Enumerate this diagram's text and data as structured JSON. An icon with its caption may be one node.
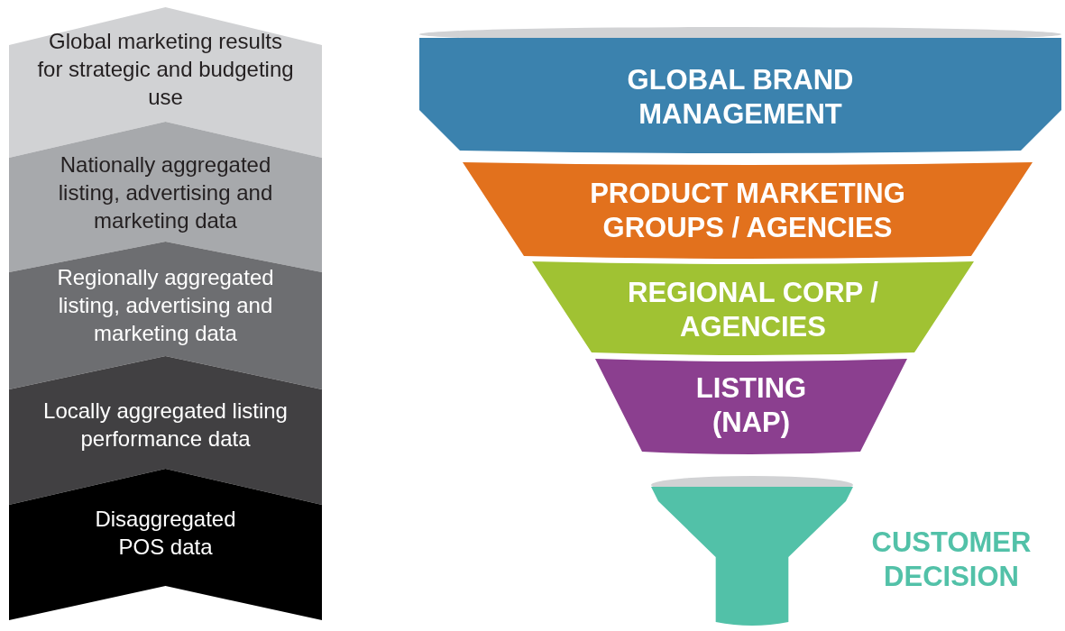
{
  "diagram": {
    "nodes": [
      {
        "text": [
          "Global marketing results for strategic and budgeting use"
        ]
      },
      {
        "text": [
          "Nationally aggregated listing, advertising and marketing data"
        ]
      },
      {
        "text": [
          "Regionally aggregated listing, advertising and marketing data"
        ]
      },
      {
        "text": [
          "Locally aggregated listing performance data"
        ]
      },
      {
        "text": [
          "Disaggregated POS data"
        ]
      },
      {
        "text": [
          "GLOBAL BRAND MANAGEMENT"
        ]
      },
      {
        "text": [
          "PRODUCT MARKETING GROUPS / AGENCIES"
        ]
      },
      {
        "text": [
          "REGIONAL CORP / AGENCIES"
        ]
      },
      {
        "text": [
          "LISTING (NAP)"
        ]
      },
      {
        "text": [],
        "shape": "funnel",
        "beside": [
          "CUSTOMER DECISION"
        ]
      }
    ],
    "edges": []
  }
}
